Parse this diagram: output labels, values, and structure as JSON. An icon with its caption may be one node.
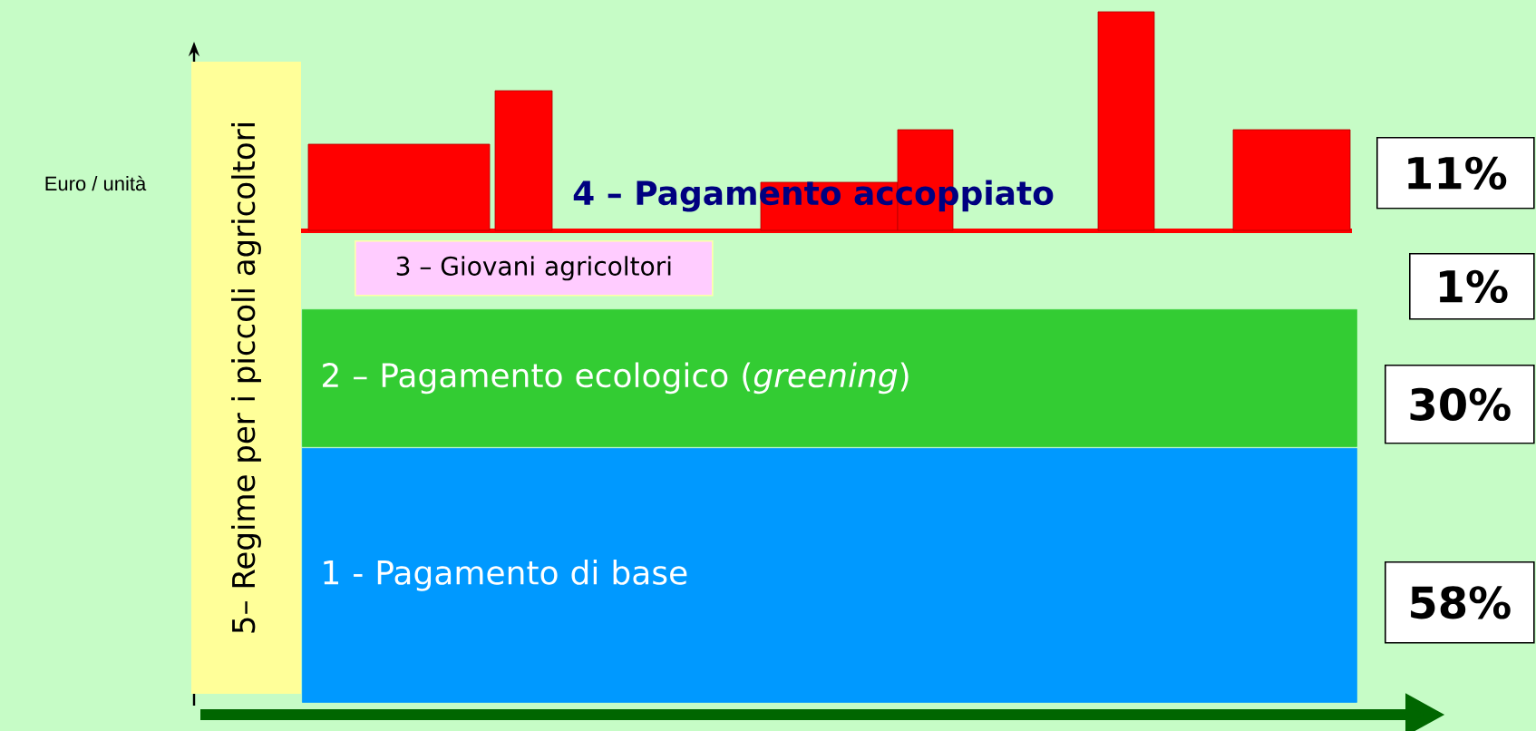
{
  "diagram": {
    "nodes": [
      {
        "text": [
          "5– Regime per i piccoli agricoltori"
        ]
      },
      {
        "text": [
          "1 - Pagamento di base"
        ]
      },
      {
        "text": [
          "2 – Pagamento ecologico (*greening*)"
        ]
      },
      {
        "text": [
          "3 – Giovani agricoltori"
        ]
      },
      {
        "text": [
          "11%"
        ]
      },
      {
        "text": [
          "1%"
        ]
      },
      {
        "text": [
          "30%"
        ]
      },
      {
        "text": [
          "58%"
        ]
      }
    ],
    "labels": [
      "Euro / unità",
      "4 – Pagamento accoppiato"
    ]
  }
}
